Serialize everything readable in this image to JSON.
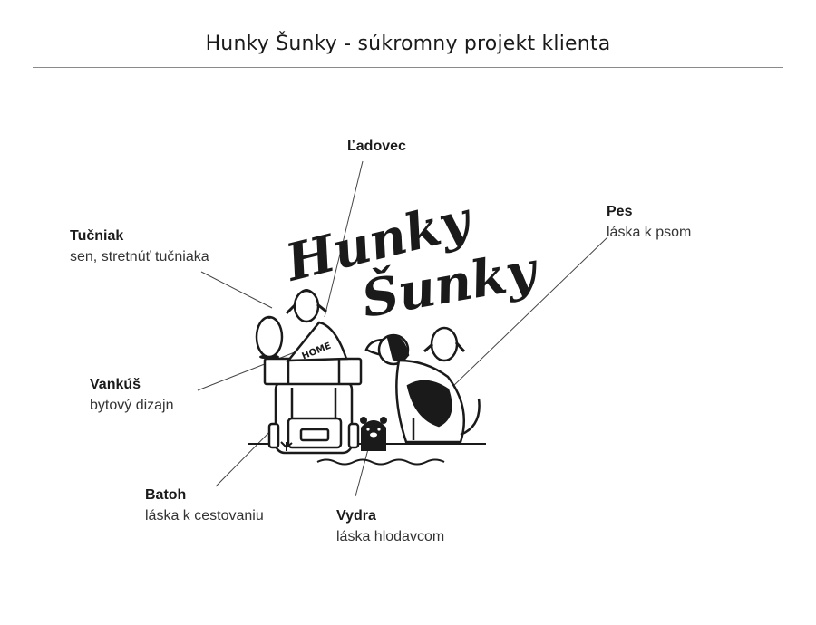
{
  "title": "Hunky Šunky - súkromny projekt klienta",
  "logo": {
    "line1": "Hunky",
    "line2": "Šunky",
    "pillow_text": "HOME"
  },
  "callouts": {
    "tucniak": {
      "name": "Tučniak",
      "desc": "sen, stretnúť tučniaka"
    },
    "ladovec": {
      "name": "Ľadovec",
      "desc": ""
    },
    "pes": {
      "name": "Pes",
      "desc": "láska k psom"
    },
    "vankus": {
      "name": "Vankúš",
      "desc": "bytový dizajn"
    },
    "batoh": {
      "name": "Batoh",
      "desc": "láska k cestovaniu"
    },
    "vydra": {
      "name": "Vydra",
      "desc": "láska hlodavcom"
    }
  },
  "colors": {
    "ink": "#1a1a1a",
    "rule": "#8a8a8a",
    "background": "#ffffff"
  }
}
